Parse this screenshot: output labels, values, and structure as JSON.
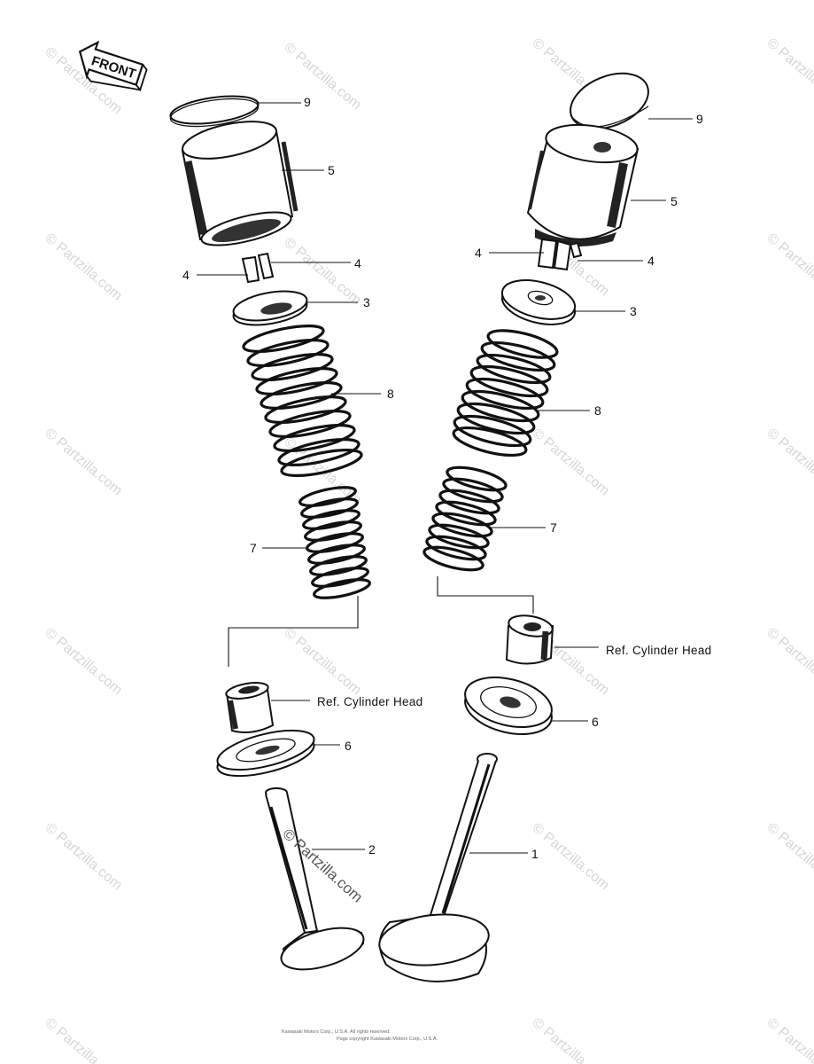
{
  "front_label": "FRONT",
  "watermark": "© Partzilla.com",
  "copyright_line1": "Kawasaki Motors Corp., U.S.A. All rights reserved.",
  "copyright_line2": "Page copyright Kawasaki Motors Corp., U.S.A.",
  "left_assembly": {
    "labels": {
      "retainer_cap": "9",
      "tappet": "5",
      "cotter_a": "4",
      "cotter_b": "4",
      "spring_retainer": "3",
      "outer_spring": "8",
      "inner_spring": "7",
      "guide_ref": "Ref. Cylinder Head",
      "spring_seat": "6",
      "valve": "2"
    }
  },
  "right_assembly": {
    "labels": {
      "retainer_cap": "9",
      "tappet": "5",
      "cotter_a": "4",
      "cotter_b": "4",
      "spring_retainer": "3",
      "outer_spring": "8",
      "inner_spring": "7",
      "guide_ref": "Ref. Cylinder Head",
      "spring_seat": "6",
      "valve": "1"
    }
  }
}
